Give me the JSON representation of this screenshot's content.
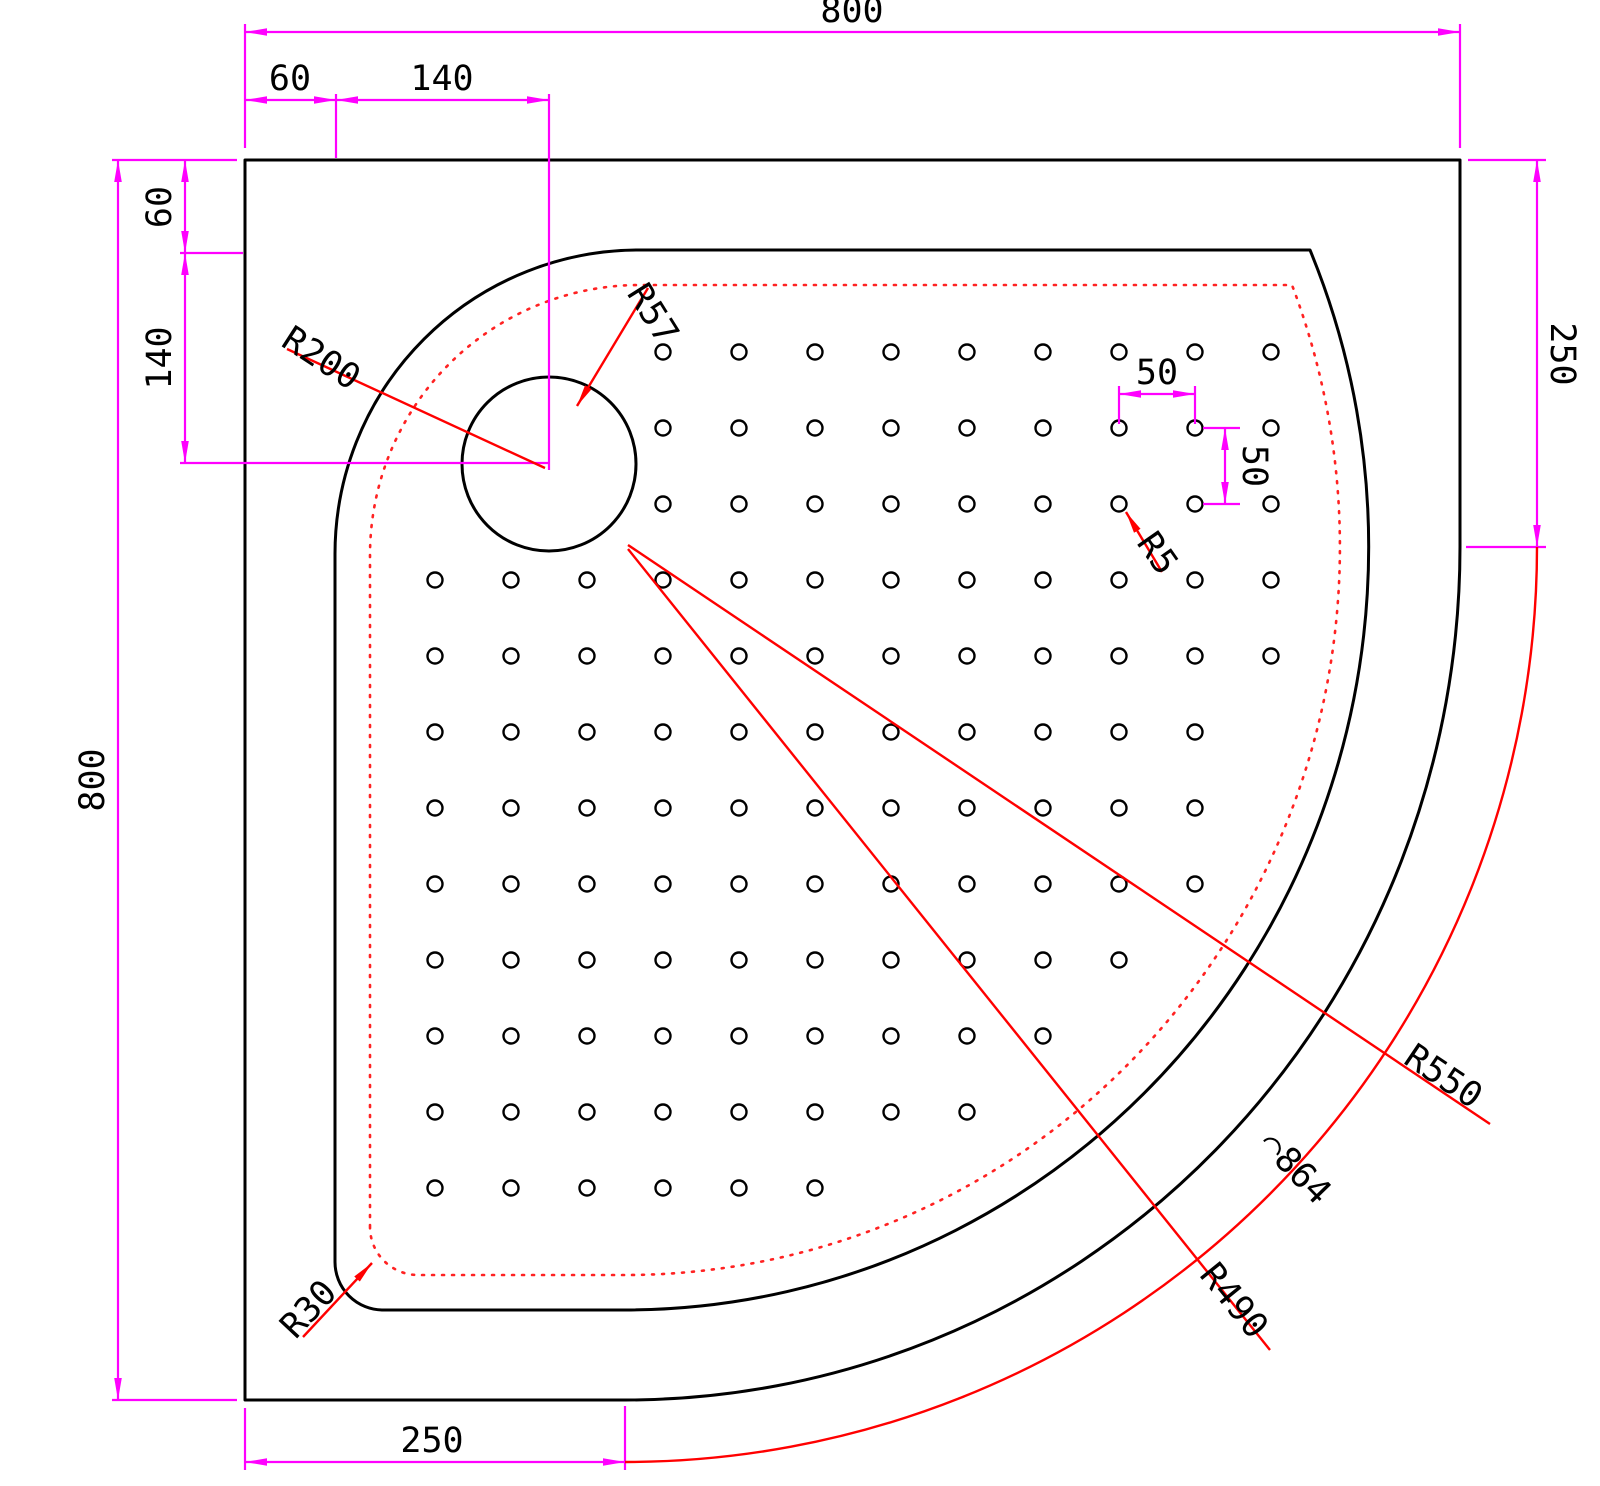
{
  "drawing": {
    "subject": "quadrant-shower-tray-plan-cad-drawing",
    "colors": {
      "geometry": "#000000",
      "dimension_lines": "#ff00ff",
      "annotation_lines": "#ff0000",
      "floor_dotted_line": "#ff2222",
      "text": "#000000",
      "background": "#ffffff"
    },
    "dimensions": {
      "overall_width": "800",
      "overall_height": "800",
      "drain_offset_x_1": "60",
      "drain_offset_x_2": "140",
      "drain_offset_y_1": "60",
      "drain_offset_y_2": "140",
      "right_straight_edge": "250",
      "bottom_straight_edge": "250",
      "dot_pitch_horizontal": "50",
      "dot_pitch_vertical": "50"
    },
    "annotations": {
      "drain_radius": "R57",
      "inner_corner_radius": "R200",
      "dot_radius": "R5",
      "outer_arc_radius": "R550",
      "outer_arc_length": "⌒864",
      "inner_arc_radius": "R490",
      "floor_corner_radius": "R30"
    }
  }
}
